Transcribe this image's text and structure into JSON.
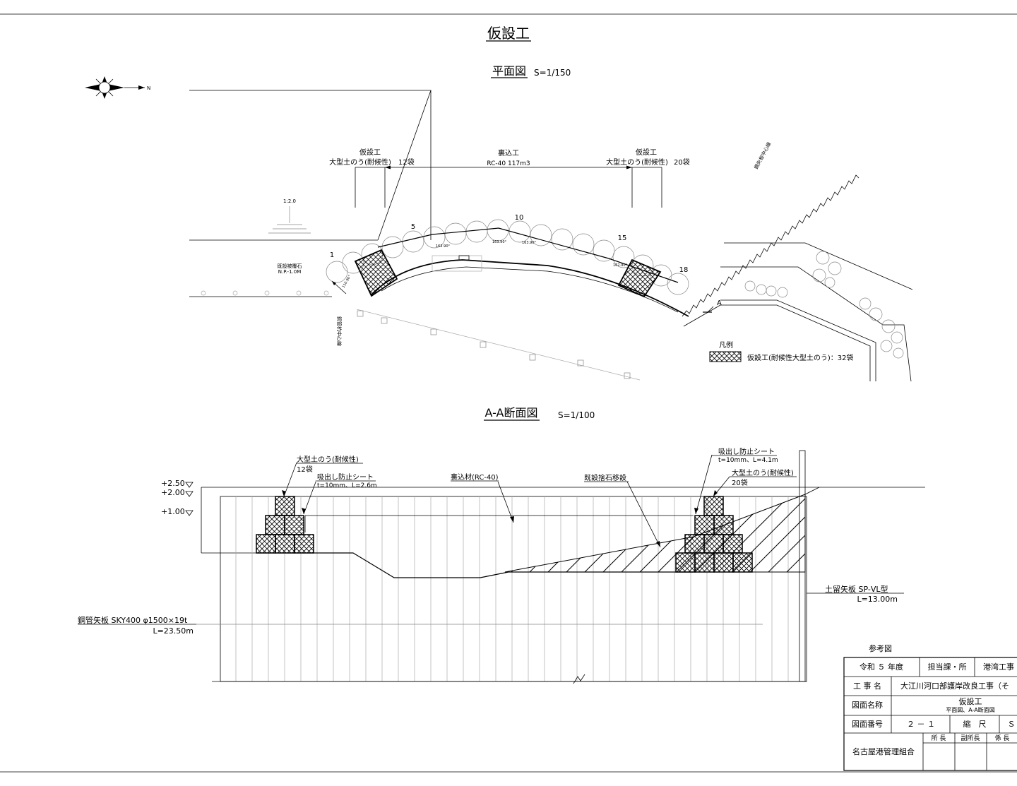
{
  "title": "仮設工",
  "plan": {
    "heading": "平面図",
    "scale": "S=1/150",
    "north_letter": "N",
    "slope_ratio": "1:2.0",
    "existing_revetment": "既設被覆石",
    "existing_level": "N.P.-1.0M",
    "pile_center_line_left": "鋼管杭中心線",
    "pile_center_line_right": "鋼矢板中心線",
    "bag_left_label1": "仮設工",
    "bag_left_label2": "大型土のう(耐候性)",
    "bag_left_count": "12袋",
    "backfill_label1": "裏込工",
    "backfill_label2": "RC-40 117m3",
    "bag_right_label1": "仮設工",
    "bag_right_label2": "大型土のう(耐候性)",
    "bag_right_count": "20袋",
    "pile_numbers": [
      "1",
      "5",
      "10",
      "15",
      "18"
    ],
    "angles": [
      "162.90°",
      "163.90°",
      "163.90°",
      "162.90°",
      "110.90°"
    ],
    "section_marker": "A",
    "legend_title": "凡例",
    "legend_text": "仮設工(耐候性大型土のう)：32袋"
  },
  "section": {
    "heading": "A-A断面図",
    "scale": "S=1/100",
    "levels": [
      "+2.50",
      "+2.00",
      "+1.00"
    ],
    "bag_left_label": "大型土のう(耐候性)",
    "bag_left_count": "12袋",
    "sheet_left_label": "吸出し防止シート",
    "sheet_left_spec": "t=10mm、L=2.6m",
    "backfill_label": "裏込材(RC-40)",
    "stone_label": "既設捨石移設",
    "sheet_right_label": "吸出し防止シート",
    "sheet_right_spec": "t=10mm、L=4.1m",
    "bag_right_label": "大型土のう(耐候性)",
    "bag_right_count": "20袋",
    "steel_pipe_label": "鋼管矢板 SKY400 φ1500×19t",
    "steel_pipe_length": "L=23.50m",
    "retaining_label": "土留矢板 SP-ⅤL型",
    "retaining_length": "L=13.00m"
  },
  "titleblock": {
    "caption": "参考図",
    "year": "令和 ５ 年度",
    "dept_label": "担当課・所",
    "dept_value": "港湾工事",
    "work_name_label": "工 事 名",
    "work_name_value": "大江川河口部護岸改良工事（そ",
    "drawing_name_label": "図面名称",
    "drawing_name_main": "仮設工",
    "drawing_name_sub": "平面図、A-A断面図",
    "drawing_no_label": "図面番号",
    "drawing_no_value": "２ － １",
    "scale_label": "縮　尺",
    "scale_value": "Ｓ",
    "org": "名古屋港管理組合",
    "signers": [
      "所 長",
      "副所長",
      "係 長"
    ]
  }
}
